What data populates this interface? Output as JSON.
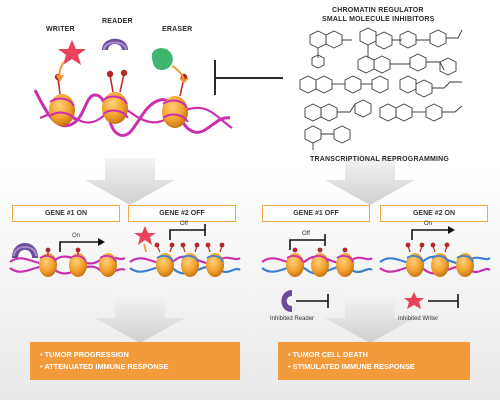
{
  "top": {
    "writer_label": "WRITER",
    "reader_label": "READER",
    "eraser_label": "ERASER",
    "inhibitors_line1": "CHROMATIN REGULATOR",
    "inhibitors_line2": "SMALL MOLECULE INHIBITORS",
    "reprogramming_label": "TRANSCRIPTIONAL REPROGRAMMING"
  },
  "left": {
    "gene1": "GENE #1 ON",
    "gene2": "GENE #2 OFF",
    "arrow1": "On",
    "arrow2": "Off",
    "outcome": [
      "• TUMOR PROGRESSION",
      "• ATTENUATED IMMUNE RESPONSE"
    ]
  },
  "right": {
    "gene1": "GENE #1 OFF",
    "gene2": "GENE #2 ON",
    "arrow1": "Off",
    "arrow2": "On",
    "inhibited_reader": "Inhibited Reader",
    "inhibited_writer": "Inhibited Writer",
    "outcome": [
      "• TUMOR CELL DEATH",
      "• STIMULATED IMMUNE RESPONSE"
    ]
  },
  "colors": {
    "accent_orange": "#f39a3c",
    "box_border": "#f0a64a",
    "dna_magenta": "#cc2fae",
    "dna_blue": "#3d7fd1",
    "nucleosome": "#f2a02b",
    "writer_red": "#e8435a",
    "reader_purple": "#6b4d9a",
    "eraser_green": "#3fb56f"
  }
}
